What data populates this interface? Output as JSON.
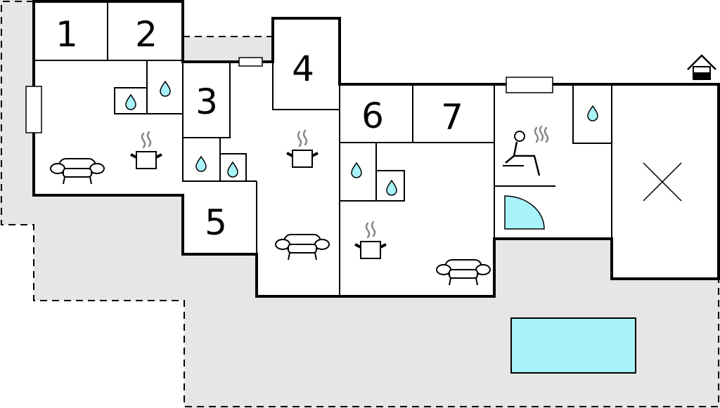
{
  "floorplan": {
    "rooms": [
      {
        "id": "room-1",
        "label": "1"
      },
      {
        "id": "room-2",
        "label": "2"
      },
      {
        "id": "room-3",
        "label": "3"
      },
      {
        "id": "room-4",
        "label": "4"
      },
      {
        "id": "room-5",
        "label": "5"
      },
      {
        "id": "room-6",
        "label": "6"
      },
      {
        "id": "room-7",
        "label": "7"
      }
    ],
    "icons": {
      "water_drop": "water-drop-icon",
      "cooking_pot": "cooking-pot-icon",
      "sofa": "sofa-icon",
      "sauna": "sauna-icon",
      "shower": "shower-icon",
      "window": "window-icon",
      "doghouse": "house-icon",
      "cross": "cross-icon",
      "pool": "pool-icon"
    },
    "colors": {
      "terrace": "#e6e6e6",
      "water": "#a8f2fa",
      "wall": "#000000",
      "floor": "#ffffff"
    }
  }
}
